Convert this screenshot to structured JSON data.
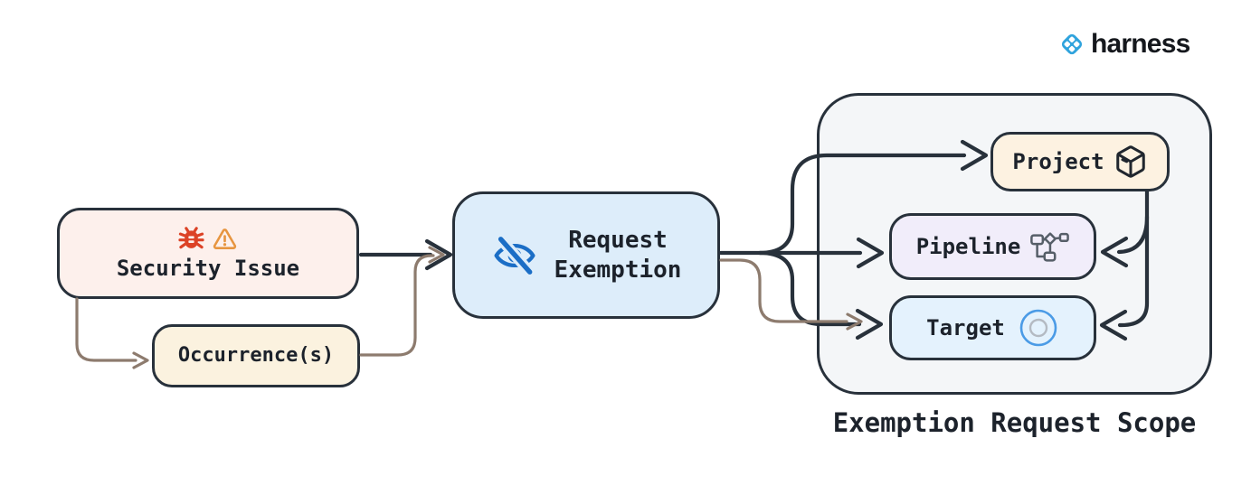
{
  "logo": {
    "text": "harness"
  },
  "colors": {
    "canvas_bg": "#ffffff",
    "stroke_dark": "#28313b",
    "stroke_brown": "#8d7b6e",
    "security_fill": "#fdf0ec",
    "occurrence_fill": "#fbf2df",
    "exemption_fill": "#ddedfa",
    "scope_fill": "#f4f6f8",
    "project_fill": "#fdf2e1",
    "pipeline_fill": "#f1edfa",
    "target_fill": "#e4f2fd",
    "bug_red": "#dc4226",
    "warning_orange": "#e79540",
    "eye_blue": "#1b6ec6",
    "target_blue": "#4b9be6",
    "inner_circle_gray": "#b4bac2",
    "pipeline_icon_gray": "#565e68",
    "cube_icon_dark": "#20262e",
    "harness_blue": "#2fa3dd",
    "text_dark": "#1c222b"
  },
  "diagram": {
    "nodes": {
      "security_issue": {
        "label": "Security Issue",
        "icons": [
          "bug-icon",
          "warning-icon"
        ]
      },
      "occurrence": {
        "label": "Occurrence(s)"
      },
      "request_exemption": {
        "label": "Request\nExemption",
        "icon": "eye-off-icon"
      },
      "project": {
        "label": "Project",
        "icon": "package-cube-icon"
      },
      "pipeline": {
        "label": "Pipeline",
        "icon": "pipeline-graph-icon"
      },
      "target": {
        "label": "Target",
        "icon": "target-circles-icon"
      },
      "scope": {
        "label": "Exemption Request Scope"
      }
    },
    "edges": [
      {
        "from": "security_issue",
        "to": "request_exemption",
        "style": "dark"
      },
      {
        "from": "security_issue",
        "to": "occurrence",
        "style": "brown"
      },
      {
        "from": "occurrence",
        "to": "request_exemption",
        "style": "brown"
      },
      {
        "from": "request_exemption",
        "to": "project",
        "style": "dark"
      },
      {
        "from": "request_exemption",
        "to": "pipeline",
        "style": "dark"
      },
      {
        "from": "request_exemption",
        "to": "target",
        "style": "dark"
      },
      {
        "from": "occurrence",
        "to": "target",
        "style": "brown"
      },
      {
        "from": "project",
        "to": "pipeline",
        "style": "dark"
      },
      {
        "from": "project",
        "to": "target",
        "style": "dark"
      }
    ]
  }
}
